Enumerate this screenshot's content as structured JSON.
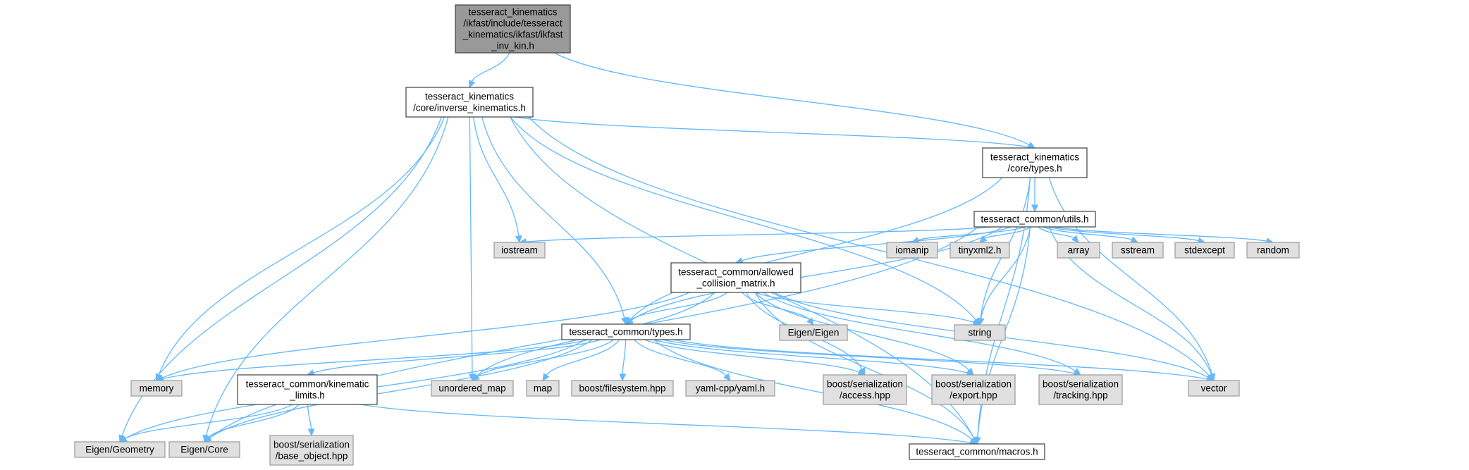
{
  "colors": {
    "edge": "#63b8ff",
    "root_fill": "#999999",
    "file_fill": "#ffffff",
    "external_fill": "#e0e0e0"
  },
  "nodes": [
    {
      "id": "root",
      "kind": "root",
      "lines": [
        "tesseract_kinematics",
        "/ikfast/include/tesseract",
        "_kinematics/ikfast/ikfast",
        "_inv_kin.h"
      ]
    },
    {
      "id": "inv_kin",
      "kind": "file",
      "lines": [
        "tesseract_kinematics",
        "/core/inverse_kinematics.h"
      ]
    },
    {
      "id": "kin_types",
      "kind": "file",
      "lines": [
        "tesseract_kinematics",
        "/core/types.h"
      ]
    },
    {
      "id": "utils",
      "kind": "file",
      "lines": [
        "tesseract_common/utils.h"
      ]
    },
    {
      "id": "acm",
      "kind": "file",
      "lines": [
        "tesseract_common/allowed",
        "_collision_matrix.h"
      ]
    },
    {
      "id": "types",
      "kind": "file",
      "lines": [
        "tesseract_common/types.h"
      ]
    },
    {
      "id": "klimits",
      "kind": "file",
      "lines": [
        "tesseract_common/kinematic",
        "_limits.h"
      ]
    },
    {
      "id": "macros",
      "kind": "file",
      "lines": [
        "tesseract_common/macros.h"
      ]
    },
    {
      "id": "iostream",
      "kind": "ext",
      "lines": [
        "iostream"
      ]
    },
    {
      "id": "iomanip",
      "kind": "ext",
      "lines": [
        "iomanip"
      ]
    },
    {
      "id": "tinyxml2",
      "kind": "ext",
      "lines": [
        "tinyxml2.h"
      ]
    },
    {
      "id": "array",
      "kind": "ext",
      "lines": [
        "array"
      ]
    },
    {
      "id": "sstream",
      "kind": "ext",
      "lines": [
        "sstream"
      ]
    },
    {
      "id": "stdexcept",
      "kind": "ext",
      "lines": [
        "stdexcept"
      ]
    },
    {
      "id": "random",
      "kind": "ext",
      "lines": [
        "random"
      ]
    },
    {
      "id": "string",
      "kind": "ext",
      "lines": [
        "string"
      ]
    },
    {
      "id": "eigen",
      "kind": "ext",
      "lines": [
        "Eigen/Eigen"
      ]
    },
    {
      "id": "memory",
      "kind": "ext",
      "lines": [
        "memory"
      ]
    },
    {
      "id": "umap",
      "kind": "ext",
      "lines": [
        "unordered_map"
      ]
    },
    {
      "id": "map",
      "kind": "ext",
      "lines": [
        "map"
      ]
    },
    {
      "id": "bfs",
      "kind": "ext",
      "lines": [
        "boost/filesystem.hpp"
      ]
    },
    {
      "id": "yaml",
      "kind": "ext",
      "lines": [
        "yaml-cpp/yaml.h"
      ]
    },
    {
      "id": "access",
      "kind": "ext",
      "lines": [
        "boost/serialization",
        "/access.hpp"
      ]
    },
    {
      "id": "export",
      "kind": "ext",
      "lines": [
        "boost/serialization",
        "/export.hpp"
      ]
    },
    {
      "id": "tracking",
      "kind": "ext",
      "lines": [
        "boost/serialization",
        "/tracking.hpp"
      ]
    },
    {
      "id": "vector",
      "kind": "ext",
      "lines": [
        "vector"
      ]
    },
    {
      "id": "geometry",
      "kind": "ext",
      "lines": [
        "Eigen/Geometry"
      ]
    },
    {
      "id": "core",
      "kind": "ext",
      "lines": [
        "Eigen/Core"
      ]
    },
    {
      "id": "base_obj",
      "kind": "ext",
      "lines": [
        "boost/serialization",
        "/base_object.hpp"
      ]
    }
  ],
  "edges": [
    [
      "root",
      "inv_kin"
    ],
    [
      "root",
      "kin_types"
    ],
    [
      "inv_kin",
      "kin_types"
    ],
    [
      "inv_kin",
      "geometry"
    ],
    [
      "inv_kin",
      "core"
    ],
    [
      "inv_kin",
      "memory"
    ],
    [
      "inv_kin",
      "umap"
    ],
    [
      "inv_kin",
      "types"
    ],
    [
      "inv_kin",
      "iostream"
    ],
    [
      "inv_kin",
      "vector"
    ],
    [
      "inv_kin",
      "string"
    ],
    [
      "inv_kin",
      "macros"
    ],
    [
      "kin_types",
      "utils"
    ],
    [
      "kin_types",
      "types"
    ],
    [
      "kin_types",
      "string"
    ],
    [
      "kin_types",
      "vector"
    ],
    [
      "kin_types",
      "macros"
    ],
    [
      "utils",
      "iostream"
    ],
    [
      "utils",
      "core"
    ],
    [
      "utils",
      "acm"
    ],
    [
      "utils",
      "types"
    ],
    [
      "utils",
      "iomanip"
    ],
    [
      "utils",
      "tinyxml2"
    ],
    [
      "utils",
      "string"
    ],
    [
      "utils",
      "array"
    ],
    [
      "utils",
      "sstream"
    ],
    [
      "utils",
      "stdexcept"
    ],
    [
      "utils",
      "random"
    ],
    [
      "utils",
      "vector"
    ],
    [
      "utils",
      "macros"
    ],
    [
      "acm",
      "memory"
    ],
    [
      "acm",
      "umap"
    ],
    [
      "acm",
      "types"
    ],
    [
      "acm",
      "eigen"
    ],
    [
      "acm",
      "access"
    ],
    [
      "acm",
      "export"
    ],
    [
      "acm",
      "tracking"
    ],
    [
      "acm",
      "vector"
    ],
    [
      "acm",
      "string"
    ],
    [
      "acm",
      "macros"
    ],
    [
      "types",
      "memory"
    ],
    [
      "types",
      "geometry"
    ],
    [
      "types",
      "core"
    ],
    [
      "types",
      "umap"
    ],
    [
      "types",
      "map"
    ],
    [
      "types",
      "bfs"
    ],
    [
      "types",
      "yaml"
    ],
    [
      "types",
      "access"
    ],
    [
      "types",
      "export"
    ],
    [
      "types",
      "tracking"
    ],
    [
      "types",
      "vector"
    ],
    [
      "types",
      "klimits"
    ],
    [
      "types",
      "macros"
    ],
    [
      "klimits",
      "geometry"
    ],
    [
      "klimits",
      "core"
    ],
    [
      "klimits",
      "base_obj"
    ],
    [
      "klimits",
      "macros"
    ]
  ]
}
